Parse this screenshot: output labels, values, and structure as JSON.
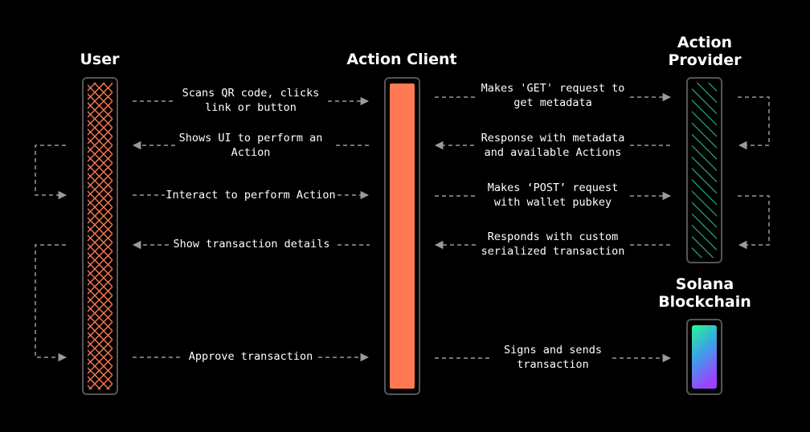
{
  "actors": {
    "user": "User",
    "client": "Action Client",
    "provider": "Action\nProvider",
    "blockchain": "Solana\nBlockchain"
  },
  "messages": {
    "scan": "Scans QR code, clicks\nlink or button",
    "show_ui": "Shows UI to perform an\nAction",
    "interact": "Interact to perform Action",
    "show_tx": "Show transaction details",
    "approve": "Approve transaction",
    "get_request": "Makes 'GET' request to\nget metadata",
    "response_meta": "Response with metadata\nand available Actions",
    "post_request": "Makes ‘POST’ request\nwith wallet pubkey",
    "responds_tx": "Responds with custom\nserialized transaction",
    "signs": "Signs and sends\ntransaction"
  },
  "colors": {
    "background": "#000000",
    "user_pattern": "#ff7a52",
    "client_fill": "#ff7a52",
    "provider_stripes": "#22c07a",
    "gradient_top": "#2af598",
    "gradient_bottom": "#9945ff",
    "arrow": "#9a9a9a"
  }
}
